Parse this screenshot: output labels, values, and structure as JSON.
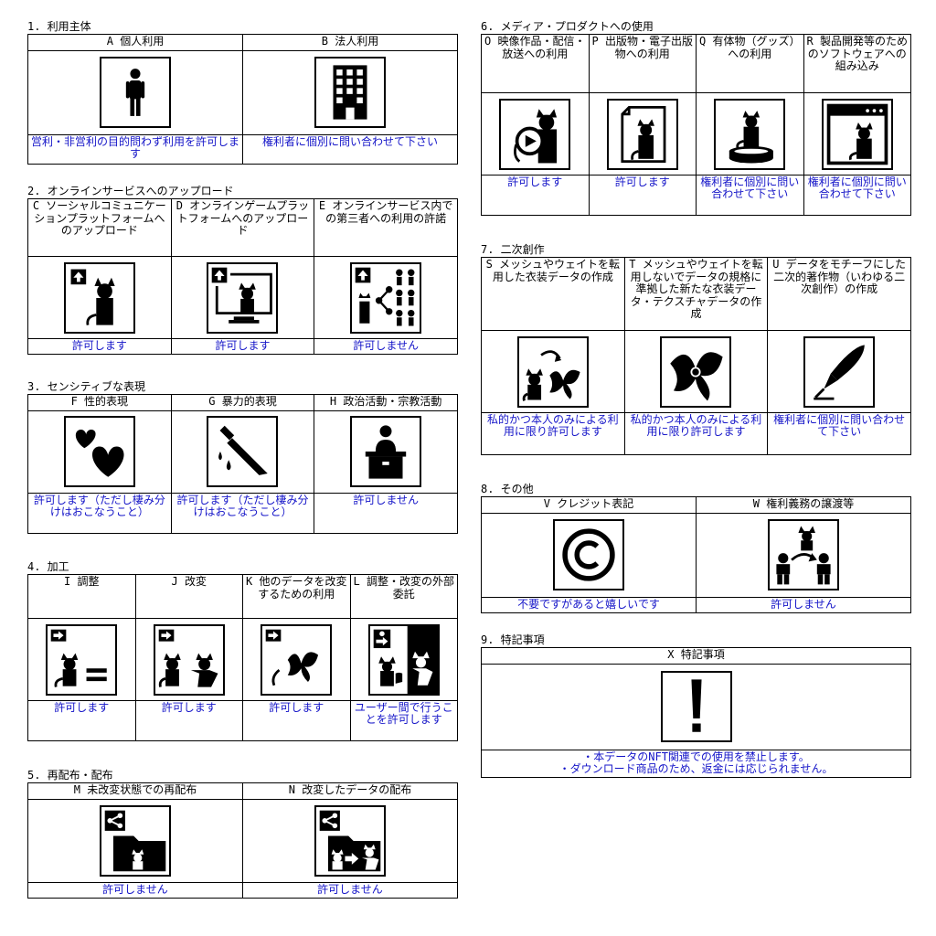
{
  "sections": {
    "s1": {
      "title": "1. 利用主体",
      "items": [
        {
          "header": "A 個人利用",
          "status": "営利・非営利の目的問わず利用を許可します",
          "icon": "person-icon"
        },
        {
          "header": "B 法人利用",
          "status": "権利者に個別に問い合わせて下さい",
          "icon": "building-icon"
        }
      ]
    },
    "s2": {
      "title": "2. オンラインサービスへのアップロード",
      "items": [
        {
          "header": "C ソーシャルコミュニケーションプラットフォームへのアップロード",
          "status": "許可します",
          "icon": "upload-cat-icon"
        },
        {
          "header": "D オンラインゲームプラットフォームへのアップロード",
          "status": "許可します",
          "icon": "upload-monitor-cat-icon"
        },
        {
          "header": "E オンラインサービス内での第三者への利用の許諾",
          "status": "許可しません",
          "icon": "upload-share-icon"
        }
      ]
    },
    "s3": {
      "title": "3. センシティブな表現",
      "items": [
        {
          "header": "F 性的表現",
          "status": "許可します（ただし棲み分けはおこなうこと）",
          "icon": "hearts-icon"
        },
        {
          "header": "G 暴力的表現",
          "status": "許可します（ただし棲み分けはおこなうこと）",
          "icon": "knife-icon"
        },
        {
          "header": "H 政治活動・宗教活動",
          "status": "許可しません",
          "icon": "podium-icon"
        }
      ]
    },
    "s4": {
      "title": "4. 加工",
      "items": [
        {
          "header": "I 調整",
          "status": "許可します",
          "icon": "arrow-cat-equal-icon"
        },
        {
          "header": "J 改変",
          "status": "許可します",
          "icon": "arrow-cat-modified-icon"
        },
        {
          "header": "K 他のデータを改変するための利用",
          "status": "許可します",
          "icon": "arrow-bow-icon"
        },
        {
          "header": "L 調整・改変の外部委託",
          "status": "ユーザー間で行うことを許可します",
          "icon": "outsource-icon"
        }
      ]
    },
    "s5": {
      "title": "5. 再配布・配布",
      "items": [
        {
          "header": "M 未改変状態での再配布",
          "status": "許可しません",
          "icon": "share-folder-icon"
        },
        {
          "header": "N 改変したデータの配布",
          "status": "許可しません",
          "icon": "share-folder-arrow-icon"
        }
      ]
    },
    "s6": {
      "title": "6. メディア・プロダクトへの使用",
      "items": [
        {
          "header": "O 映像作品・配信・放送への利用",
          "status": "許可します",
          "icon": "play-cat-icon"
        },
        {
          "header": "P 出版物・電子出版物への利用",
          "status": "許可します",
          "icon": "document-cat-icon"
        },
        {
          "header": "Q 有体物（グッズ）への利用",
          "status": "権利者に個別に問い合わせて下さい",
          "icon": "figure-cat-icon"
        },
        {
          "header": "R 製品開発等のためのソフトウェアへの組み込み",
          "status": "権利者に個別に問い合わせて下さい",
          "icon": "window-cat-icon"
        }
      ]
    },
    "s7": {
      "title": "7. 二次創作",
      "items": [
        {
          "header": "S メッシュやウェイトを転用した衣装データの作成",
          "status": "私的かつ本人のみによる利用に限り許可します",
          "icon": "cat-bow-transfer-icon"
        },
        {
          "header": "T メッシュやウェイトを転用しないでデータの規格に準拠した新たな衣装データ・テクスチャデータの作成",
          "status": "私的かつ本人のみによる利用に限り許可します",
          "icon": "bow-icon"
        },
        {
          "header": "U データをモチーフにした二次的著作物（いわゆる二次創作）の作成",
          "status": "権利者に個別に問い合わせて下さい",
          "icon": "pen-icon"
        }
      ]
    },
    "s8": {
      "title": "8. その他",
      "items": [
        {
          "header": "V クレジット表記",
          "status": "不要ですがあると嬉しいです",
          "icon": "copyright-icon"
        },
        {
          "header": "W 権利義務の譲渡等",
          "status": "許可しません",
          "icon": "transfer-people-icon"
        }
      ]
    },
    "s9": {
      "title": "9. 特記事項",
      "items": [
        {
          "header": "X 特記事項",
          "status_lines": [
            "・本データのNFT関連での使用を禁止します。",
            "・ダウンロード商品のため、返金には応じられません。"
          ],
          "icon": "exclamation-icon"
        }
      ]
    }
  }
}
